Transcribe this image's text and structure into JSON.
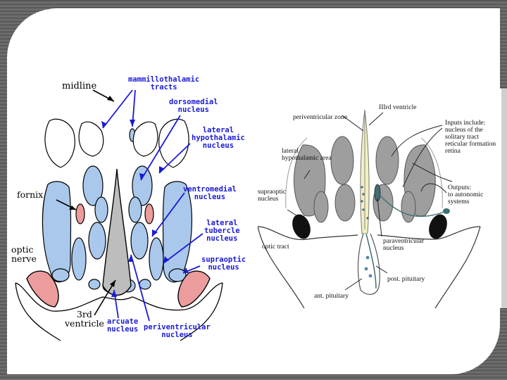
{
  "left_figure": {
    "labels": {
      "midline": "midline",
      "mammillothalamic": "mammillothalamic\ntracts",
      "dorsomedial": "dorsomedial\nnucleus",
      "lateral_hypothalamic": "lateral\nhypothalamic\nnucleus",
      "fornix": "fornix",
      "ventromedial": "ventromedial\nnucleus",
      "lateral_tubercle": "lateral\ntubercle\nnucleus",
      "optic_nerve": "optic\nnerve",
      "supraoptic": "supraoptic\nnucleus",
      "third_ventricle": "3rd\nventricle",
      "arcuate": "arcuate\nnucleus",
      "periventricular": "periventricular\nnucleus"
    }
  },
  "right_figure": {
    "labels": {
      "third_ventricle": "IIIrd ventricle",
      "periventricular_zone": "periventricular zone",
      "lateral_area": "lateral\nhypothalamic area",
      "inputs": "Inputs include:\nnucleus of the\nsolitary tract\nreticular formation\nretina",
      "outputs": "Outputs:\nto autonomic\nsystems",
      "supraoptic": "supraoptic\nnucleus",
      "optic_tract": "optic tract",
      "paraventricular": "paraventricular\nnucleus",
      "post_pituitary": "post. pituitary",
      "ant_pituitary": "ant. pituitary"
    }
  },
  "colors": {
    "nucleus_blue": "#a9c8ec",
    "fornix_pink": "#ec9c9c",
    "ventricle_gray": "#bdbdbd",
    "label_blue": "#1a1ad6",
    "area_gray": "#9e9e9e",
    "zone_cream": "#f3efc2",
    "nucleus_teal": "#3f6f72"
  }
}
